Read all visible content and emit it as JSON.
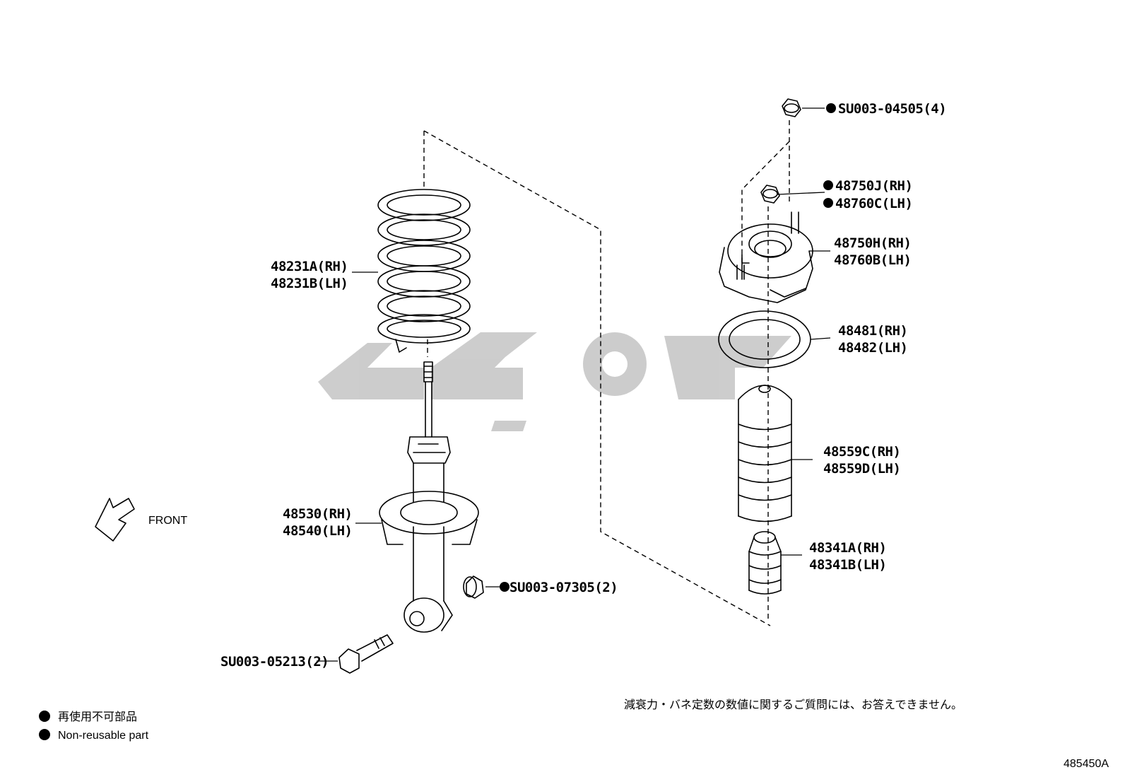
{
  "diagram": {
    "labels": {
      "coil_spring": [
        "48231A(RH)",
        "48231B(LH)"
      ],
      "shock_absorber": [
        "48530(RH)",
        "48540(LH)"
      ],
      "lower_nut": "SU003-07305(2)",
      "lower_bolt": "SU003-05213(2)",
      "top_nut": "SU003-04505(4)",
      "mount_nut": [
        "48750J(RH)",
        "48760C(LH)"
      ],
      "strut_mount": [
        "48750H(RH)",
        "48760B(LH)"
      ],
      "mount_seat": [
        "48481(RH)",
        "48482(LH)"
      ],
      "dust_boot": [
        "48559C(RH)",
        "48559D(LH)"
      ],
      "bump_stopper": [
        "48341A(RH)",
        "48341B(LH)"
      ]
    },
    "front_label": "FRONT",
    "legend": {
      "jp": "再使用不可部品",
      "en": "Non-reusable part"
    },
    "notice_jp": "減衰力・バネ定数の数値に関するご質問には、お答えできません。",
    "figure_id": "485450A",
    "watermark_color": "#c4c4c4"
  }
}
